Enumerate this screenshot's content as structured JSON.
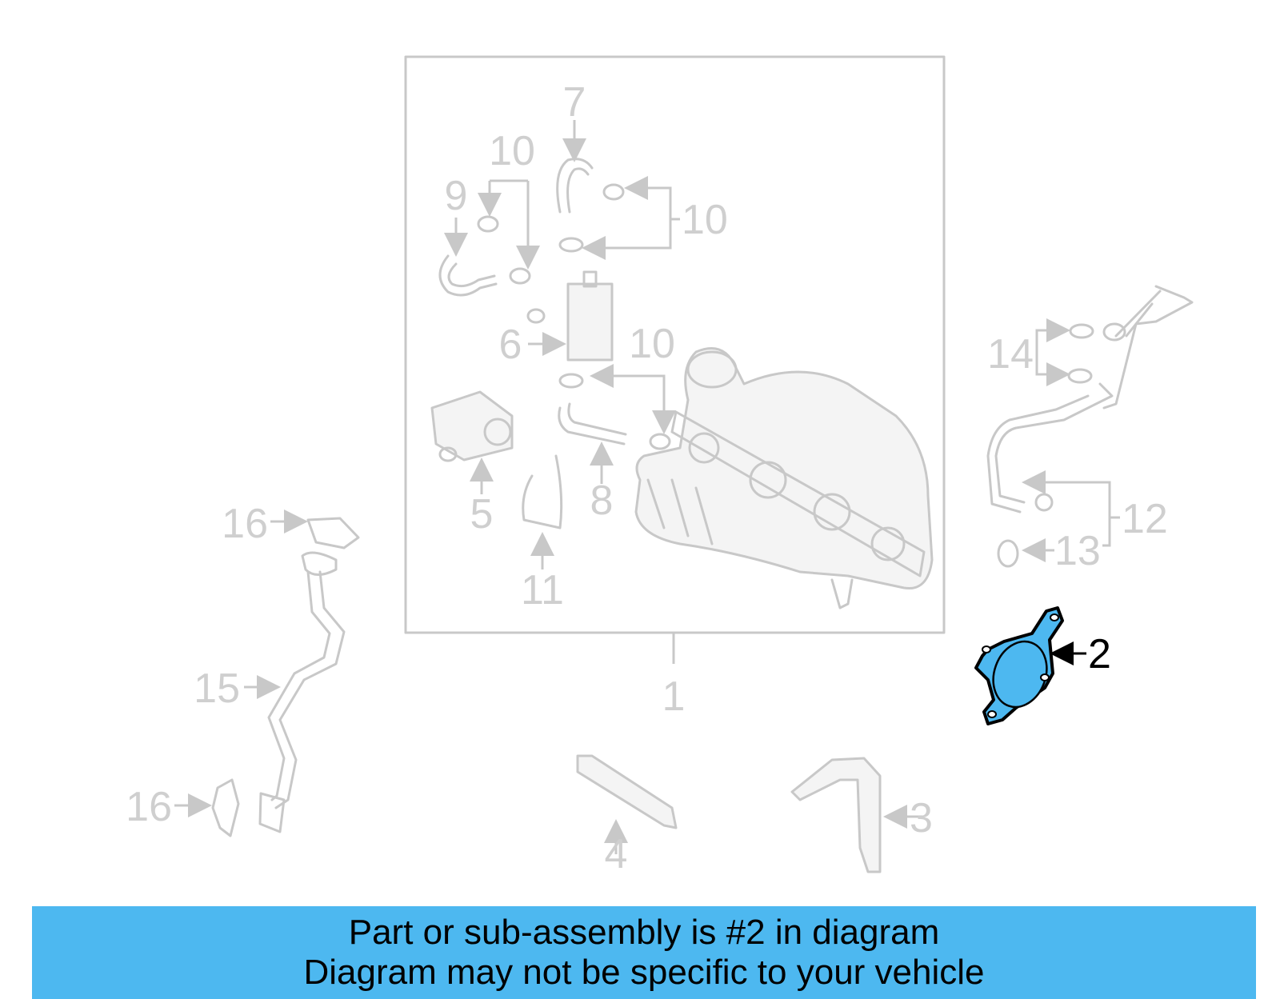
{
  "callouts": {
    "c1": "1",
    "c2": "2",
    "c3": "3",
    "c4": "4",
    "c5": "5",
    "c6": "6",
    "c7": "7",
    "c8": "8",
    "c9": "9",
    "c10a": "10",
    "c10b": "10",
    "c10c": "10",
    "c11": "11",
    "c12": "12",
    "c13": "13",
    "c14": "14",
    "c15": "15",
    "c16a": "16",
    "c16b": "16"
  },
  "highlight": {
    "part_number": "2",
    "color": "#4db8f0"
  },
  "banner": {
    "line1": "Part or sub-assembly is #2 in diagram",
    "line2": "Diagram may not be specific to your vehicle",
    "background": "#4db8f0"
  }
}
